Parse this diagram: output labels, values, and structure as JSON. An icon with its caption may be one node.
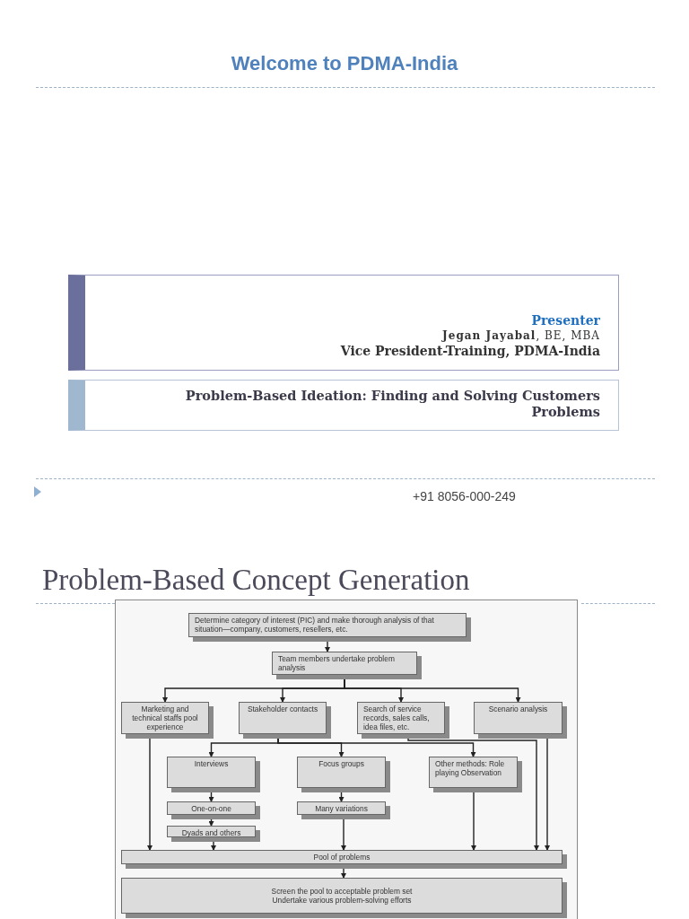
{
  "diagram": {
    "title": "Welcome to PDMA-India",
    "nodes": [
      {
        "text": [
          "Presenter",
          "**Jegan Jayabal**, BE, MBA",
          "Vice President-Training, PDMA-India"
        ]
      },
      {
        "text": [
          "Problem-Based Ideation: Finding and Solving Customers Problems"
        ]
      },
      {
        "text": [
          "Determine category of interest (PIC) and make thorough analysis of that situation—company, customers, resellers, etc."
        ]
      },
      {
        "text": [
          "Team members undertake problem analysis"
        ]
      },
      {
        "text": [
          "Marketing and technical staffs pool experience"
        ]
      },
      {
        "text": [
          "Stakeholder contacts"
        ]
      },
      {
        "text": [
          "Search of service records, sales calls, idea files, etc."
        ]
      },
      {
        "text": [
          "Scenario analysis"
        ]
      },
      {
        "text": [
          "Interviews"
        ]
      },
      {
        "text": [
          "Focus groups"
        ]
      },
      {
        "text": [
          "Other methods: Role playing Observation"
        ]
      },
      {
        "text": [
          "One-on-one"
        ]
      },
      {
        "text": [
          "Many variations"
        ]
      },
      {
        "text": [
          "Dyads and others"
        ]
      },
      {
        "text": [
          "Pool of problems"
        ]
      },
      {
        "text": [
          "Screen the pool to acceptable problem set",
          "Undertake various problem-solving efforts"
        ]
      }
    ],
    "edges": [
      {
        "from": 2,
        "to": 3,
        "arrow": "to"
      },
      {
        "from": 3,
        "to": 4,
        "arrow": "to"
      },
      {
        "from": 3,
        "to": 5,
        "arrow": "to"
      },
      {
        "from": 3,
        "to": 6,
        "arrow": "to"
      },
      {
        "from": 3,
        "to": 7,
        "arrow": "to"
      },
      {
        "from": 5,
        "to": 8,
        "arrow": "to"
      },
      {
        "from": 5,
        "to": 9,
        "arrow": "to"
      },
      {
        "from": 5,
        "to": 10,
        "arrow": "to"
      },
      {
        "from": 8,
        "to": 11,
        "arrow": "to"
      },
      {
        "from": 9,
        "to": 12,
        "arrow": "to"
      },
      {
        "from": 11,
        "to": 13,
        "arrow": "to"
      },
      {
        "from": 4,
        "to": 14,
        "arrow": "to"
      },
      {
        "from": 13,
        "to": 14,
        "arrow": "to"
      },
      {
        "from": 12,
        "to": 14,
        "arrow": "to"
      },
      {
        "from": 10,
        "to": 14,
        "arrow": "to"
      },
      {
        "from": 6,
        "to": 14,
        "arrow": "to"
      },
      {
        "from": 7,
        "to": 14,
        "arrow": "to"
      },
      {
        "from": 14,
        "to": 15,
        "arrow": "to"
      }
    ],
    "labels": [
      "+91 8056-000-249",
      "Problem-Based Concept Generation"
    ]
  }
}
